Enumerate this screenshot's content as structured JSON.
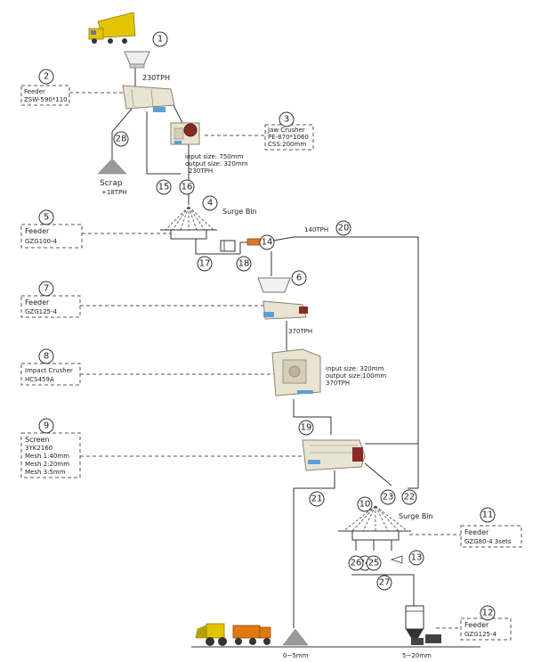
{
  "nodes": [
    {
      "num": "1"
    },
    {
      "num": "2"
    },
    {
      "num": "3"
    },
    {
      "num": "4"
    },
    {
      "num": "5"
    },
    {
      "num": "6"
    },
    {
      "num": "7"
    },
    {
      "num": "8"
    },
    {
      "num": "9"
    },
    {
      "num": "10"
    },
    {
      "num": "11"
    },
    {
      "num": "12"
    },
    {
      "num": "13"
    },
    {
      "num": "14"
    },
    {
      "num": "15"
    },
    {
      "num": "16"
    },
    {
      "num": "17"
    },
    {
      "num": "18"
    },
    {
      "num": "19"
    },
    {
      "num": "20"
    },
    {
      "num": "21"
    },
    {
      "num": "22"
    },
    {
      "num": "23"
    },
    {
      "num": "24"
    },
    {
      "num": "25"
    },
    {
      "num": "26"
    },
    {
      "num": "27"
    },
    {
      "num": "28"
    }
  ],
  "boxes": {
    "feeder2": {
      "line1": "Feeder",
      "line2": "ZSW-590*110"
    },
    "jaw3": {
      "line1": "Jaw Crusher",
      "line2": "PE-870*1060",
      "line3": "CSS:200mm"
    },
    "feeder5": {
      "line1": "Feeder",
      "line2": "GZG100-4"
    },
    "feeder7": {
      "line1": "Feeder",
      "line2": "GZG125-4"
    },
    "impact8": {
      "line1": "Impact Crusher",
      "line2": "HCS459A"
    },
    "screen9": {
      "line1": "Screen",
      "line2": "3YK2160",
      "line3": "Mesh 1:40mm",
      "line4": "Mesh 2:20mm",
      "line5": "Mesh 3:5mm"
    },
    "feeder11": {
      "line1": "Feeder",
      "line2": "GZG80-4 3sets"
    },
    "feeder12": {
      "line1": "Feeder",
      "line2": "GZG125-4"
    }
  },
  "labels": {
    "flow_230_top": "230TPH",
    "jaw_input": "input size: 750mm",
    "jaw_output": "output size: 320mm",
    "jaw_tph": "230TPH",
    "scrap": "Scrap",
    "scrap_tph": "+18TPH",
    "surge_bin_4": "Surge Bin",
    "flow_140": "140TPH",
    "flow_370": "370TPH",
    "impact_input": "input size: 320mm",
    "impact_output": "output size:100mm",
    "impact_tph": "370TPH",
    "surge_bin_10": "Surge Bin",
    "product_fine": "0~5mm",
    "product_coarse": "5~20mm"
  }
}
